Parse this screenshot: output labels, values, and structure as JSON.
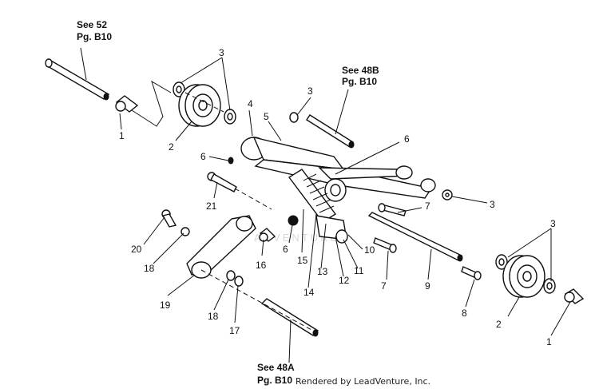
{
  "references": {
    "ref_top_left_line1": "See 52",
    "ref_top_left_line2": "Pg. B10",
    "ref_top_mid_line1": "See 48B",
    "ref_top_mid_line2": "Pg. B10",
    "ref_bottom_line1": "See 48A",
    "ref_bottom_line2": "Pg. B10"
  },
  "callouts": {
    "c1_left": "1",
    "c2_left": "2",
    "c3_top": "3",
    "c4": "4",
    "c5": "5",
    "c3_mid": "3",
    "c6_right": "6",
    "c6_left": "6",
    "c21": "21",
    "c3_right_mid": "3",
    "c7_top": "7",
    "c6_bottom": "6",
    "c15": "15",
    "c14": "14",
    "c13": "13",
    "c12": "12",
    "c11": "11",
    "c10": "10",
    "c7_bottom": "7",
    "c9": "9",
    "c3_right": "3",
    "c8": "8",
    "c2_right": "2",
    "c1_right": "1",
    "c20": "20",
    "c18_top": "18",
    "c16": "16",
    "c19": "19",
    "c18_bottom": "18",
    "c17": "17"
  },
  "watermark": "ADVENTURE",
  "credit": "Rendered by LeadVenture, Inc."
}
